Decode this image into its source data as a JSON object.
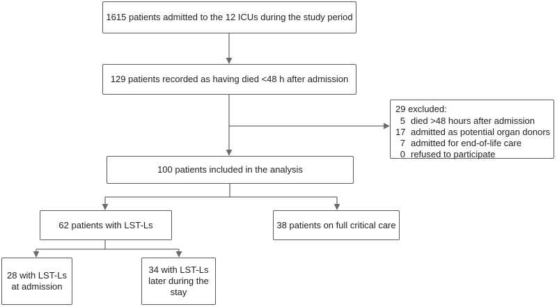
{
  "flow": {
    "admitted": "1615 patients admitted to the 12 ICUs during the study period",
    "died_48h": "129 patients recorded as having died <48 h after admission",
    "included": "100 patients included in the analysis",
    "lst": "62 patients with LST-Ls",
    "full_care": "38 patients on full critical care",
    "lst_admission": [
      "28 with LST-Ls",
      "at admission"
    ],
    "lst_later": [
      "34 with LST-Ls",
      "later during the",
      "stay"
    ]
  },
  "excluded": {
    "title": "29 excluded:",
    "items": [
      {
        "count": "5",
        "reason": "died >48 hours after admission"
      },
      {
        "count": "17",
        "reason": "admitted as potential organ donors"
      },
      {
        "count": "7",
        "reason": "admitted for end-of-life care"
      },
      {
        "count": "0",
        "reason": "refused to participate"
      }
    ]
  },
  "colors": {
    "line": "#6b6b6b",
    "border": "#5a5a5a"
  }
}
